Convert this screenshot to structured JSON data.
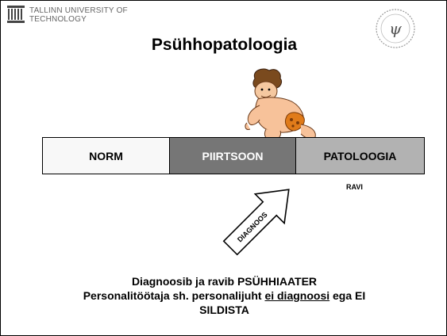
{
  "header": {
    "university_line1": "TALLINN UNIVERSITY OF",
    "university_line2": "TECHNOLOGY",
    "logo_icon": "university-building-icon",
    "seal_icon": "psi-seal-icon",
    "seal_letter": "ψ"
  },
  "slide": {
    "title": "Psühhopatoloogia",
    "illustration": "caveman-clipart"
  },
  "scale": {
    "cells": [
      "NORM",
      "PIIRTSOON",
      "PATOLOOGIA"
    ],
    "colors": [
      "#f8f8f8",
      "#767676",
      "#b2b2b2"
    ],
    "sub_label": "RAVI"
  },
  "arrow": {
    "label": "DIAGNOOS"
  },
  "footer": {
    "line1": "Diagnoosib ja ravib PSÜHHIAATER",
    "line2_before": "Personalitöötaja sh. personalijuht ",
    "line2_underlined": "ei diagnoosi",
    "line2_after": " ega EI",
    "line3": "SILDISTA"
  }
}
